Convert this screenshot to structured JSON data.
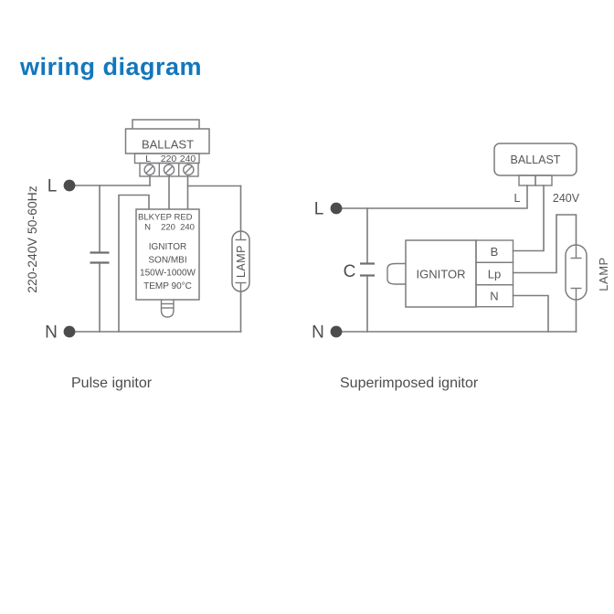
{
  "title": "wiring diagram",
  "colors": {
    "title_blue": "#1277bd",
    "line_gray": "#7b7c7e",
    "text_gray": "#555659",
    "terminal_dot": "#4c4c4e"
  },
  "pulse": {
    "caption": "Pulse ignitor",
    "supply_label": "220-240V 50-60Hz",
    "live_label": "L",
    "neutral_label": "N",
    "ballast": {
      "name": "BALLAST",
      "terminals": [
        "L",
        "220",
        "240"
      ]
    },
    "ignitor": {
      "wire_colors": [
        "BLK",
        "YEP",
        "RED"
      ],
      "inputs": [
        "N",
        "220",
        "240"
      ],
      "name": "IGNITOR",
      "type": "SON/MBI",
      "power": "150W-1000W",
      "temp": "TEMP 90°C"
    },
    "lamp_label": "LAMP"
  },
  "superimposed": {
    "caption": "Superimposed ignitor",
    "live_label": "L",
    "neutral_label": "N",
    "capacitor_label": "C",
    "ballast": {
      "name": "BALLAST",
      "tap_live": "L",
      "tap_voltage": "240V"
    },
    "ignitor": {
      "name": "IGNITOR",
      "terminals": [
        "B",
        "Lp",
        "N"
      ]
    },
    "lamp_label": "LAMP"
  }
}
